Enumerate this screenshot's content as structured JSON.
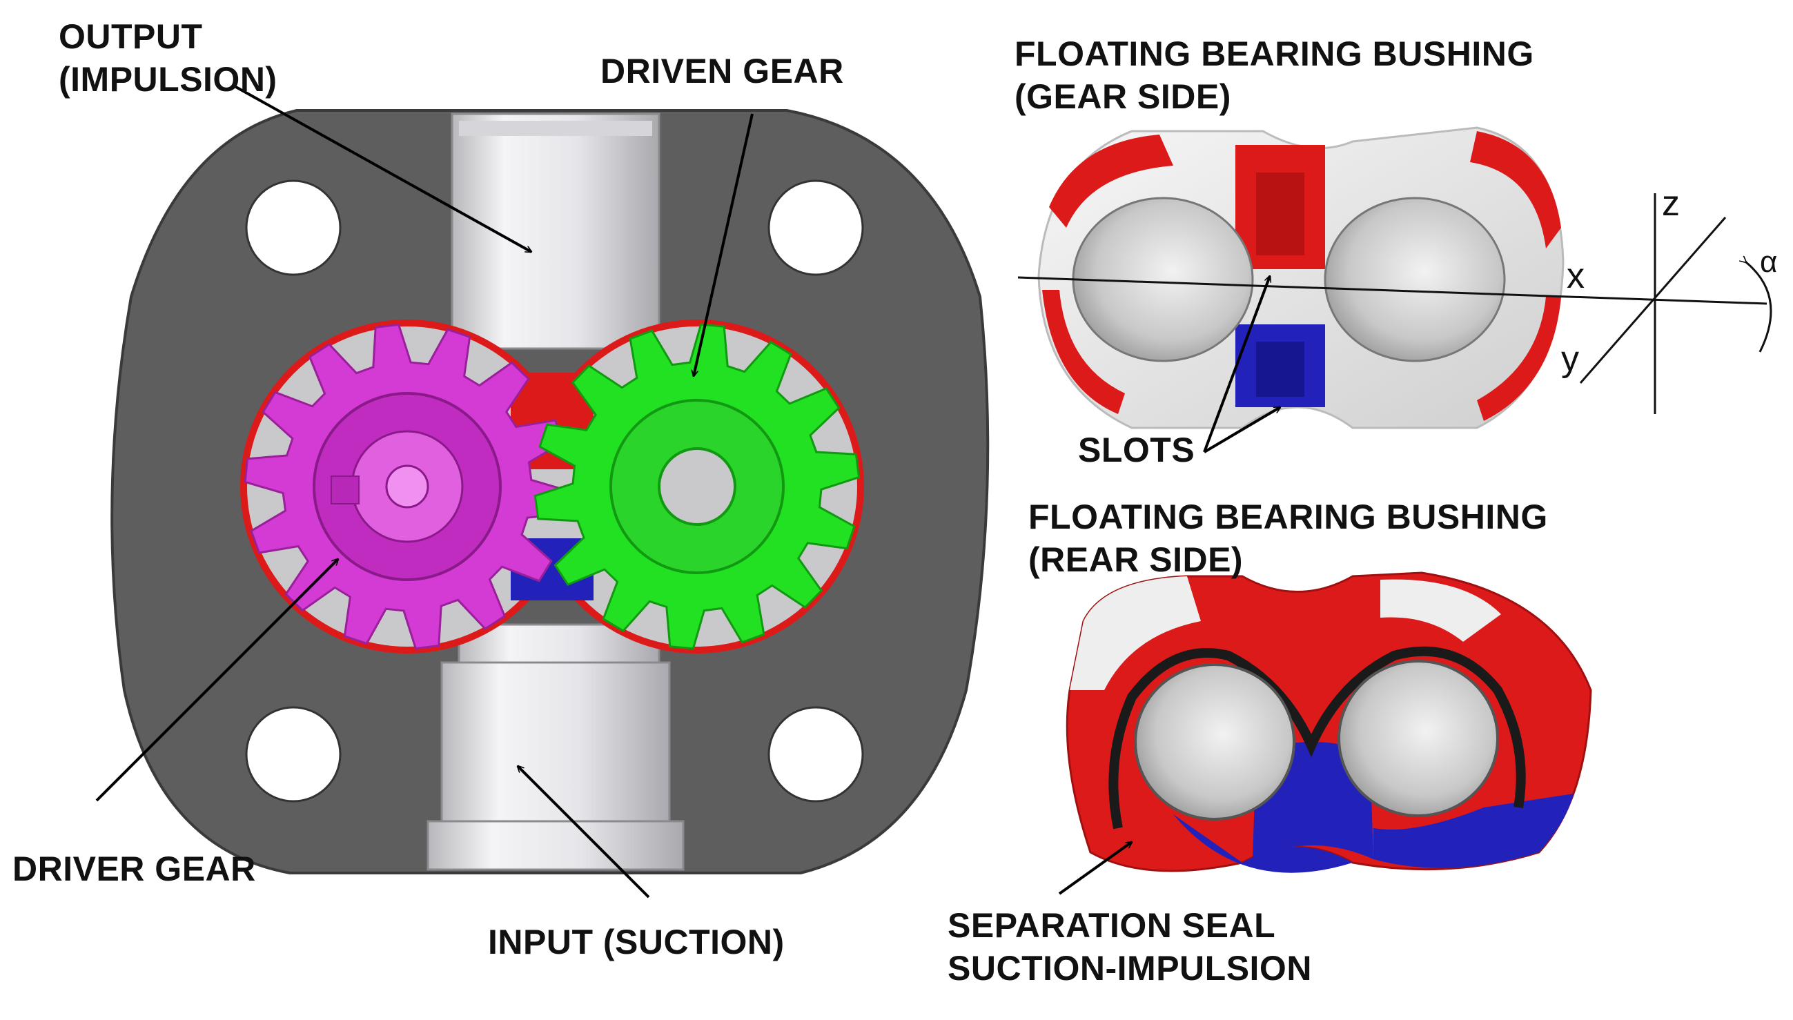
{
  "labels": {
    "output_line1": "OUTPUT",
    "output_line2": "(IMPULSION)",
    "driven_gear": "DRIVEN GEAR",
    "driver_gear": "DRIVER GEAR",
    "input": "INPUT (SUCTION)",
    "fbb_gear_line1": "FLOATING BEARING BUSHING",
    "fbb_gear_line2": "(GEAR SIDE)",
    "slots": "SLOTS",
    "fbb_rear_line1": "FLOATING BEARING BUSHING",
    "fbb_rear_line2": "(REAR SIDE)",
    "seal_line1": "SEPARATION SEAL",
    "seal_line2": "SUCTION-IMPULSION"
  },
  "axes": {
    "z": "z",
    "x": "x",
    "y": "y",
    "alpha": "α"
  },
  "colors": {
    "housing": "#5e5e5e",
    "port": "#e4e4e8",
    "chamber": "#c9c9cb",
    "driver_gear": "#d43ad4",
    "driven_gear": "#22e022",
    "high_pressure": "#dd1a1a",
    "low_pressure": "#2222bb",
    "bushing": "#ececec",
    "arrow": "#000000"
  }
}
